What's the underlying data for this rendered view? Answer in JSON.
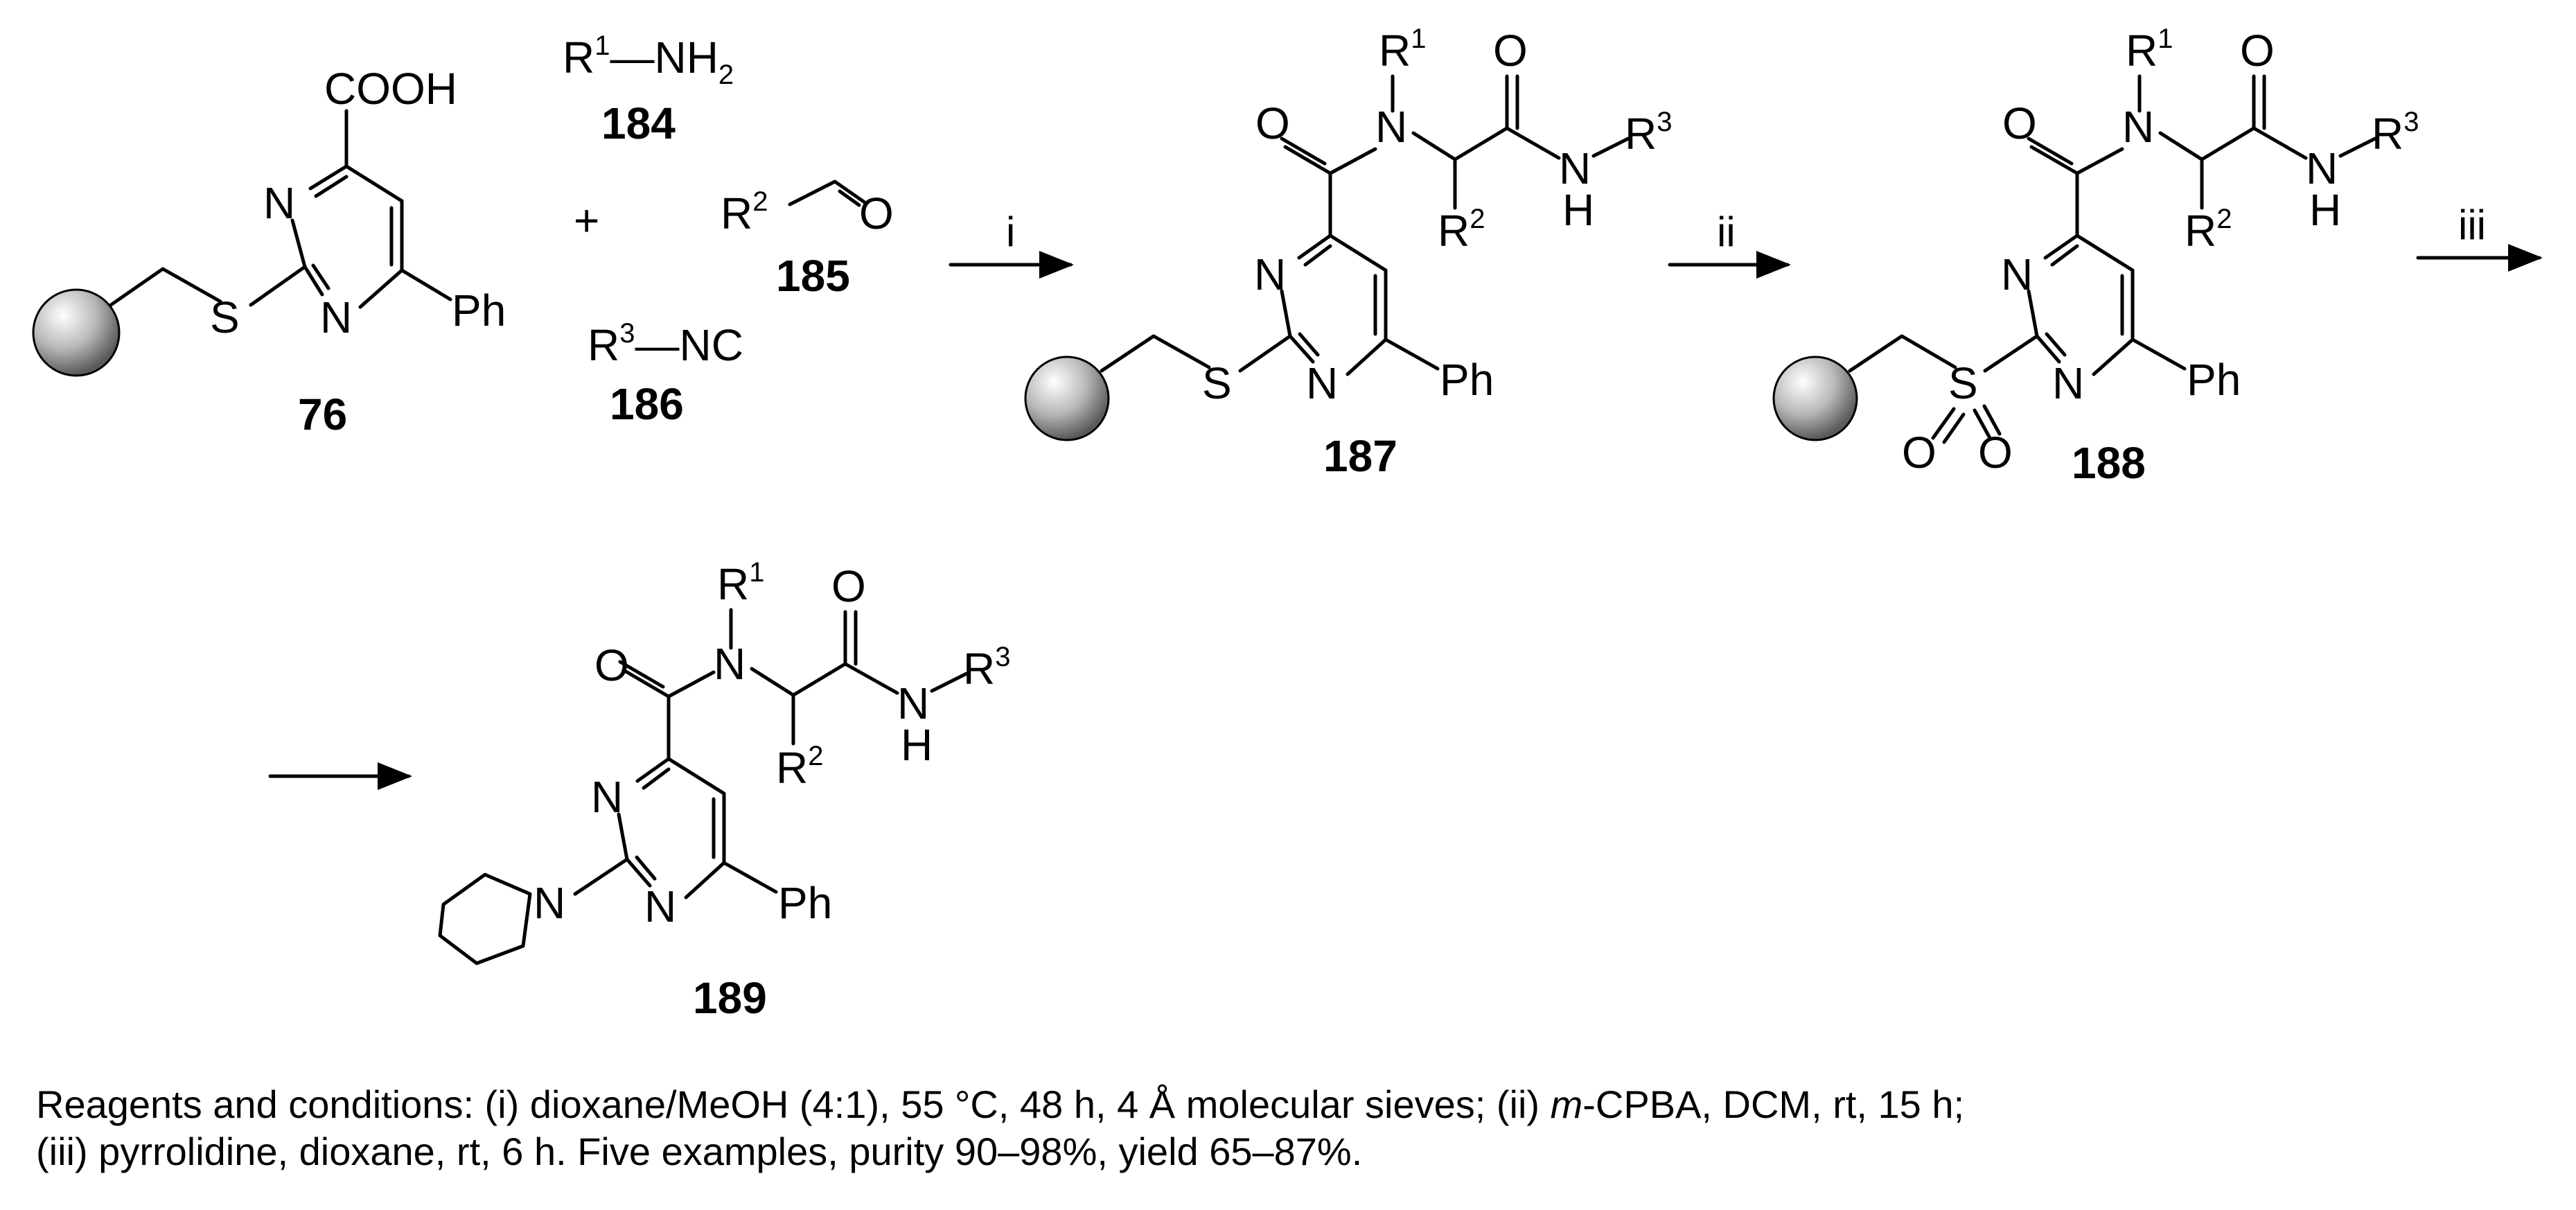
{
  "compounds": {
    "c76": "76",
    "c184": "184",
    "c185": "185",
    "c186": "186",
    "c187": "187",
    "c188": "188",
    "c189": "189"
  },
  "plus": "+",
  "steps": [
    "i",
    "ii",
    "iii"
  ],
  "caption": {
    "line1_a": "Reagents and conditions: (i) dioxane/MeOH (4:1), 55 °C, 48 h, 4 Å molecular sieves; (ii) ",
    "line1_italic": "m",
    "line1_b": "-CPBA, DCM, rt, 15 h;",
    "line2": "(iii) pyrrolidine, dioxane, rt, 6 h. Five examples, purity 90–98%, yield 65–87%."
  },
  "colors": {
    "ink": "#000000",
    "bead": "#9a9a9a"
  }
}
